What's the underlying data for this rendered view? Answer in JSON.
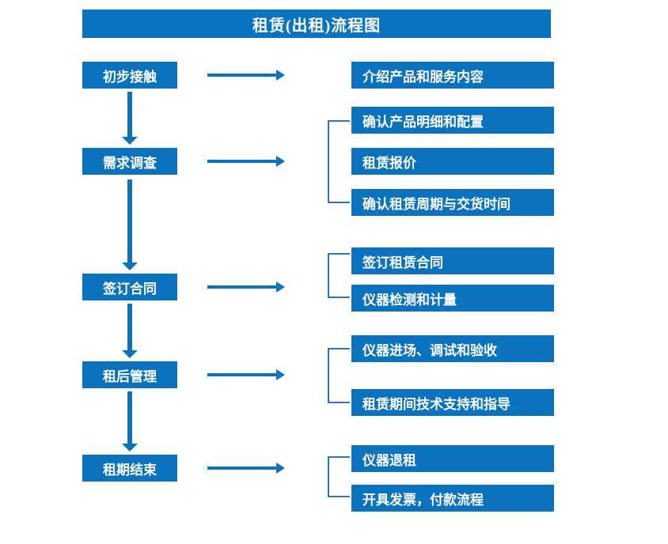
{
  "title": "租赁(出租)流程图",
  "colors": {
    "title_bar": "#0A73C2",
    "box": "#0B72BE",
    "arrow": "#0B72BE",
    "bracket": "#2E74B5",
    "text": "#FFFFFF",
    "background": "#FFFFFF"
  },
  "stages": [
    {
      "label": "初步接触"
    },
    {
      "label": "需求调查"
    },
    {
      "label": "签订合同"
    },
    {
      "label": "租后管理"
    },
    {
      "label": "租期结束"
    }
  ],
  "details": [
    {
      "label": "介绍产品和服务内容"
    },
    {
      "label": "确认产品明细和配置"
    },
    {
      "label": "租赁报价"
    },
    {
      "label": "确认租赁周期与交货时间"
    },
    {
      "label": "签订租赁合同"
    },
    {
      "label": "仪器检测和计量"
    },
    {
      "label": "仪器进场、调试和验收"
    },
    {
      "label": "租赁期间技术支持和指导"
    },
    {
      "label": "仪器退租"
    },
    {
      "label": "开具发票，付款流程"
    }
  ],
  "flow": {
    "stage_to_stage_arrow": "down-arrow",
    "stage_to_detail_arrow": "right-arrow",
    "group_bracket": "left-bracket"
  }
}
